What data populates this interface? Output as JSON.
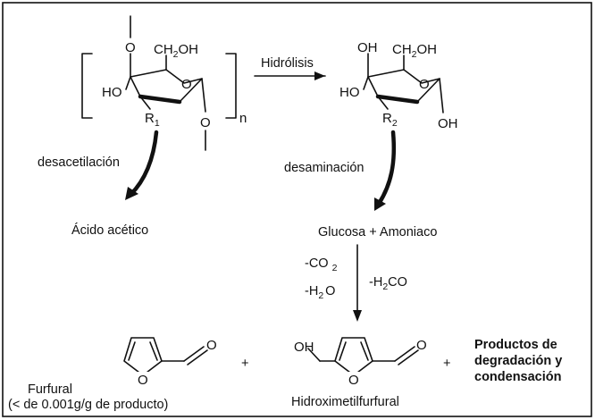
{
  "labels": {
    "hydrolysis": "Hidrólisis",
    "deacetylation": "desacetilación",
    "deamination": "desaminación",
    "acetic_acid": "Ácido acético",
    "glucose_ammonia": "Glucosa + Amoniaco",
    "repeat_n": "n",
    "loss_co2_prefix": "-CO",
    "loss_co2_sub": "2",
    "loss_h2o_prefix": "-H",
    "loss_h2o_sub": "2",
    "loss_h2o_suffix": "O",
    "loss_h2co_prefix": "-H",
    "loss_h2co_sub": "2",
    "loss_h2co_suffix": "CO",
    "plus": "+",
    "furfural": "Furfural",
    "furfural_note": "(< de 0.001g/g de producto)",
    "hmf": "Hidroximetilfurfural",
    "products_line1": "Productos de",
    "products_line2": "degradación y",
    "products_line3": "condensación"
  },
  "atoms": {
    "o": "O",
    "oh": "OH",
    "ho": "HO",
    "ch2oh_prefix": "CH",
    "ch2oh_sub": "2",
    "ch2oh_suffix": "OH",
    "r": "R",
    "r1_sub": "1",
    "r2_sub": "2"
  }
}
